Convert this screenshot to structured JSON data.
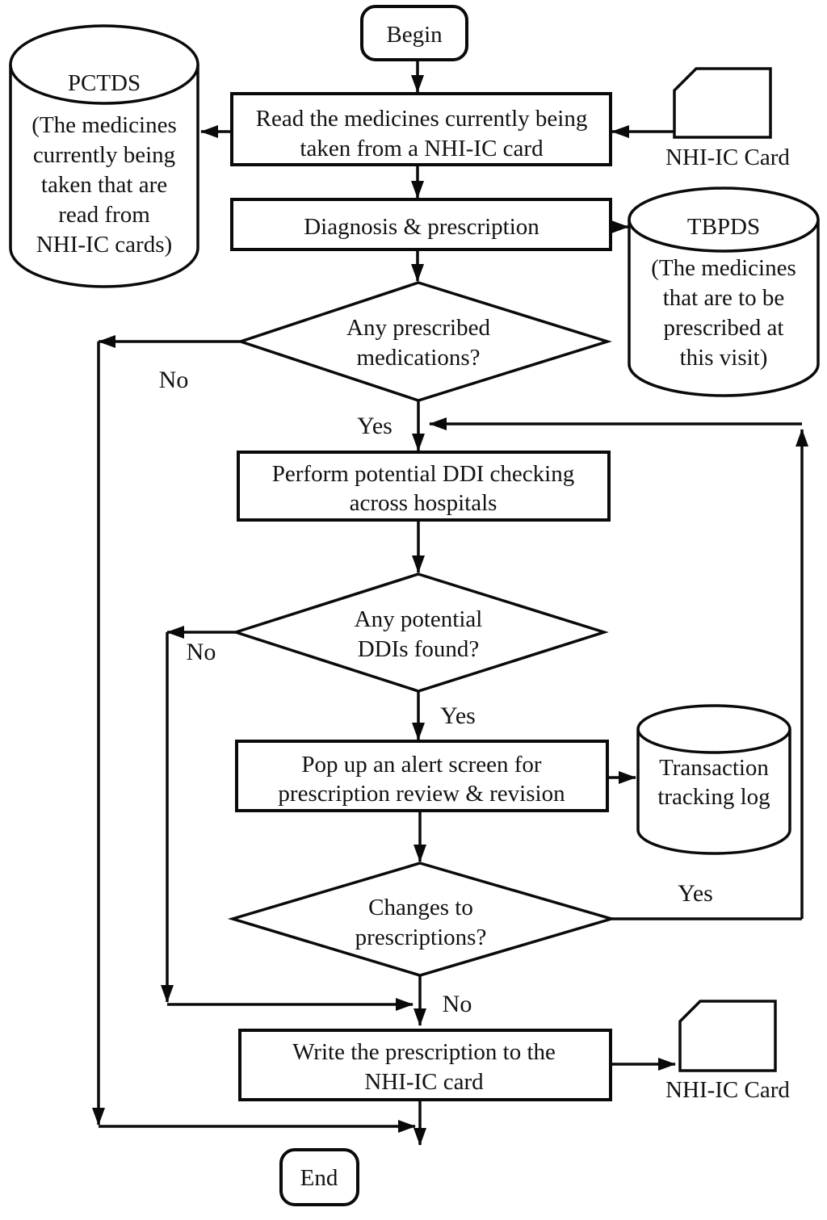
{
  "flowchart": {
    "terminators": {
      "begin": "Begin",
      "end": "End"
    },
    "processes": {
      "read_card": {
        "lines": [
          "Read the medicines currently being",
          "taken from a NHI-IC card"
        ]
      },
      "diagnosis": {
        "lines": [
          "Diagnosis & prescription"
        ]
      },
      "ddi_check": {
        "lines": [
          "Perform potential DDI checking",
          "across hospitals"
        ]
      },
      "alert_popup": {
        "lines": [
          "Pop up an alert screen for",
          "prescription review & revision"
        ]
      },
      "write_card": {
        "lines": [
          "Write the prescription to the",
          "NHI-IC card"
        ]
      }
    },
    "decisions": {
      "any_prescribed": {
        "lines": [
          "Any prescribed",
          "medications?"
        ],
        "no": "No",
        "yes": "Yes"
      },
      "any_ddis": {
        "lines": [
          "Any potential",
          "DDIs found?"
        ],
        "no": "No",
        "yes": "Yes"
      },
      "changes": {
        "lines": [
          "Changes to",
          "prescriptions?"
        ],
        "yes": "Yes",
        "no": "No"
      }
    },
    "datastores": {
      "pctds": {
        "name": "PCTDS",
        "lines": [
          "(The medicines",
          "currently being",
          "taken that are",
          "read from",
          "NHI-IC cards)"
        ]
      },
      "tbpds": {
        "name": "TBPDS",
        "lines": [
          "(The medicines",
          "that are to be",
          "prescribed at",
          "this visit)"
        ]
      },
      "transaction_log": {
        "lines": [
          "Transaction",
          "tracking log"
        ]
      }
    },
    "cards": {
      "nhi_card_top": "NHI-IC Card",
      "nhi_card_bottom": "NHI-IC Card"
    },
    "colors": {
      "line": "#0a0a0a",
      "text": "#121212",
      "background": "#ffffff"
    }
  }
}
